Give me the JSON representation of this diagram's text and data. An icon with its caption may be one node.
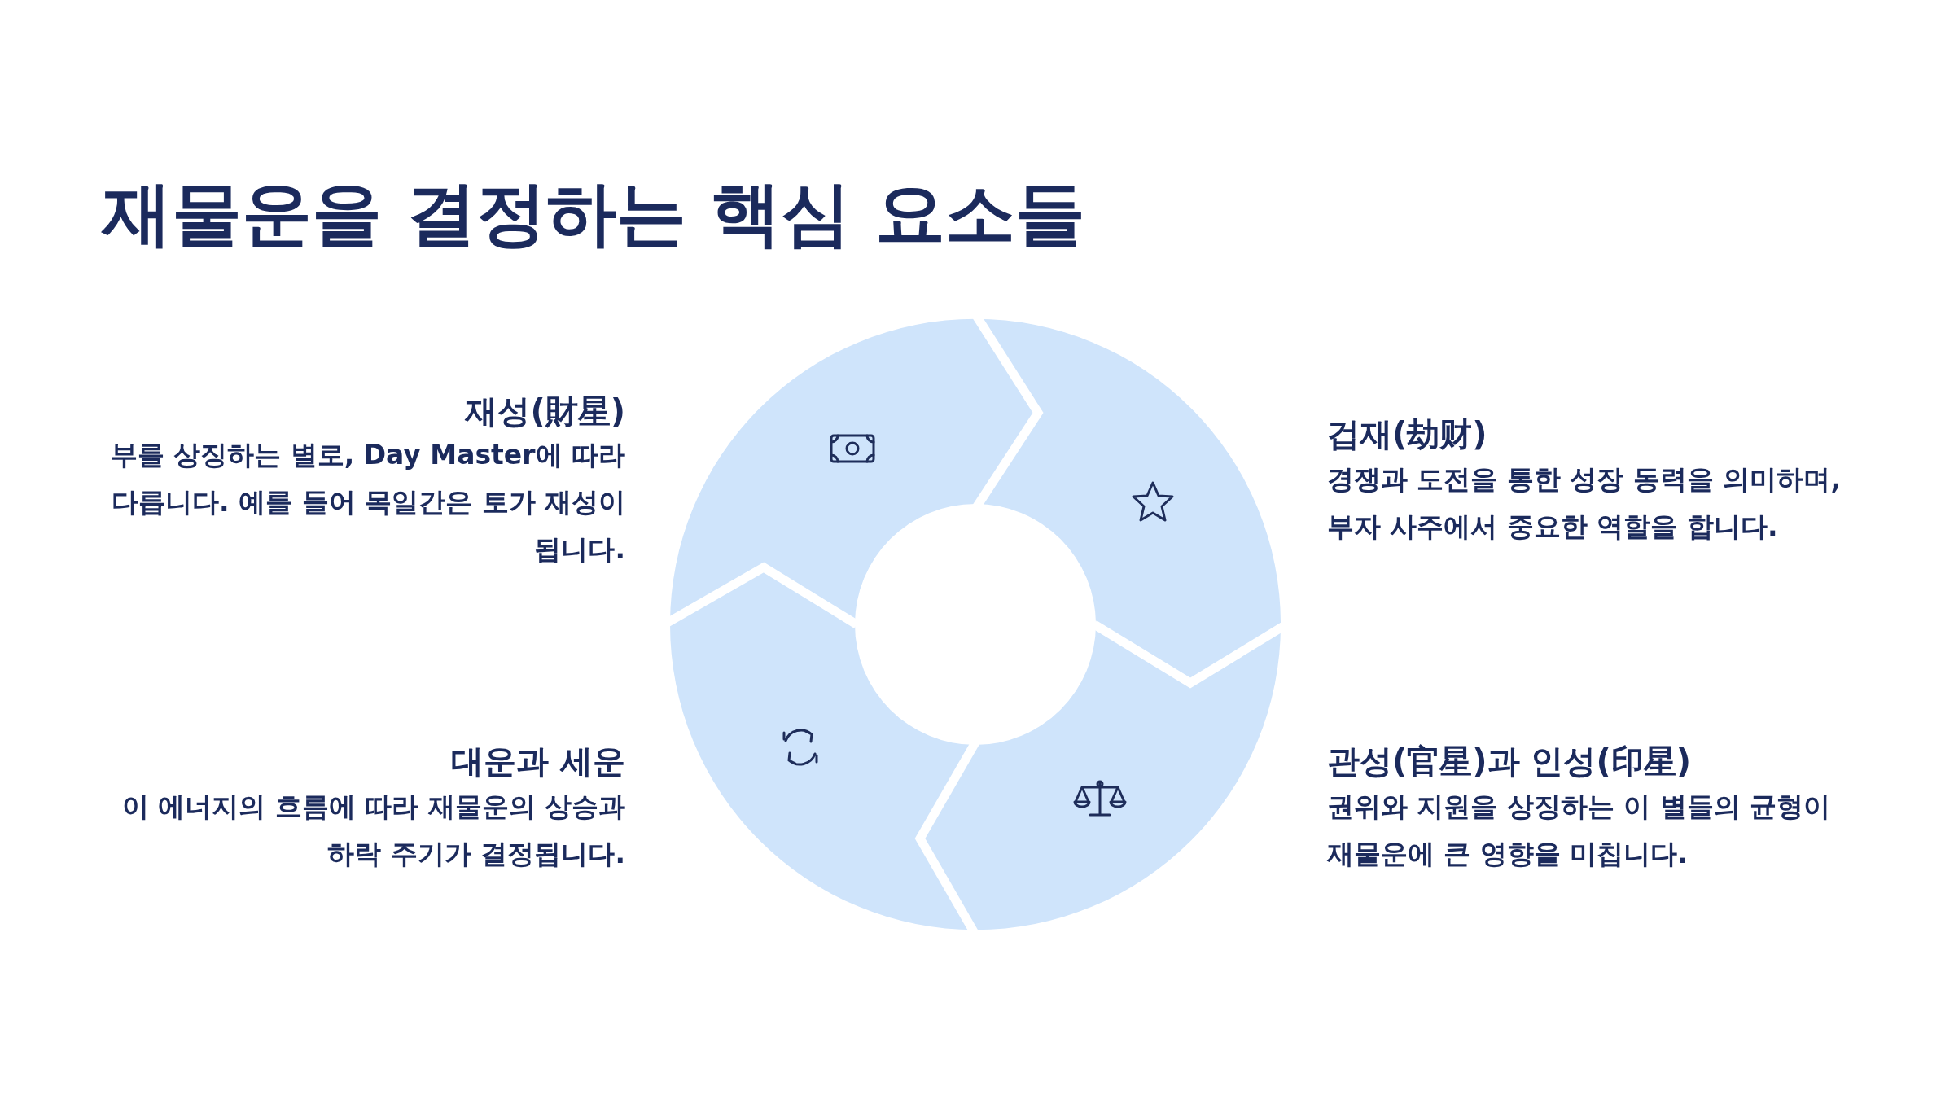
{
  "diagram": {
    "title": "재물운을 결정하는 핵심 요소들",
    "labels": [
      "재성(財星)",
      "부를 상징하는 별로, Day Master에 따라 다릅니다. 예를 들어 목일간은 토가 재성이 됩니다.",
      "겁재(劫财)",
      "경쟁과 도전을 통한 성장 동력을 의미하며, 부자 사주에서 중요한 역할을 합니다.",
      "대운과 세운",
      "이 에너지의 흐름에 따라 재물운의 상승과 하락 주기가 결정됩니다.",
      "관성(官星)과 인성(印星)",
      "권위와 지원을 상징하는 이 별들의 균형이 재물운에 큰 영향을 미칩니다."
    ]
  }
}
